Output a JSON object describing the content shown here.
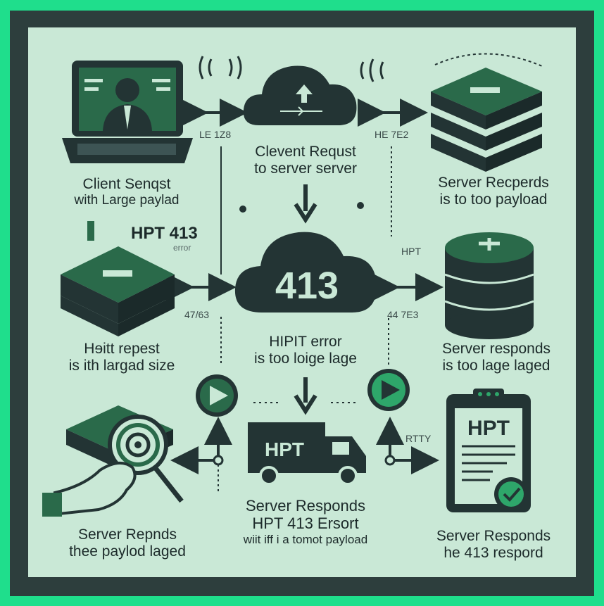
{
  "captions": {
    "top_left": {
      "line1": "Client Senqst",
      "line2": "with Large paylad"
    },
    "top_center": {
      "line1": "Clevent Requst",
      "line2": "to server server"
    },
    "top_right": {
      "line1": "Server Recperds",
      "line2": "is to too payload"
    },
    "mid_left": {
      "line1": "HPT 413",
      "line2": "error"
    },
    "mid_left_low": {
      "line1": "Hɘitt repest",
      "line2": "is ith largad size"
    },
    "mid_center_badge": "413",
    "mid_center": {
      "line1": "HIPIT error",
      "line2": "is too loige lage"
    },
    "mid_right": {
      "line1": "Server responds",
      "line2": "is too lage laged"
    },
    "bottom_left": {
      "line1": "Server Repnds",
      "line2": "thee paylod laged"
    },
    "bottom_center": {
      "line1": "Server Responds",
      "line2": "HPT 413 Ersort",
      "line3": "wiit iff i a tomot payload"
    },
    "bottom_right": {
      "line1": "Server Responds",
      "line2": "he 413 respord"
    }
  },
  "labels": {
    "arrow_tl": "LE 1Z8",
    "arrow_tr": "HE 7E2",
    "hpt_right": "HPT",
    "arrow_ml": "47/63",
    "arrow_mr": "44 7E3",
    "truck_text": "HPT",
    "doc_text": "HPT",
    "retry": "RTTY"
  },
  "colors": {
    "frame": "#1fde8c",
    "border": "#2d3e3d",
    "panel": "#c9e8d6",
    "dark": "#233434",
    "green": "#2a6a4a",
    "accent": "#2ea66a"
  }
}
